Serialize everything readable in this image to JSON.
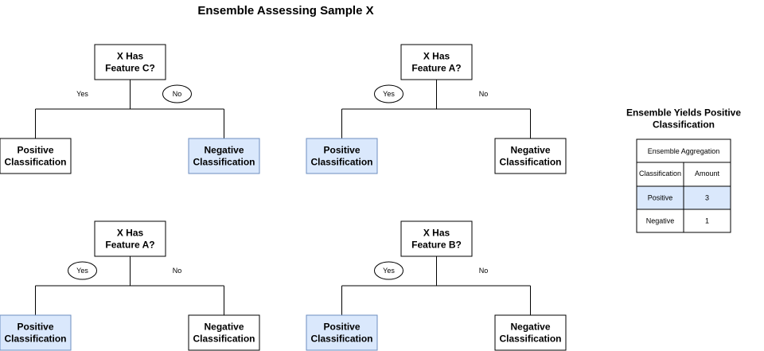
{
  "title": "Ensemble Assessing Sample X",
  "colors": {
    "highlight": "#dae8fc",
    "highlight_border": "#6c8ebf",
    "stroke": "#000000"
  },
  "trees": [
    {
      "question": [
        "X Has",
        "Feature C?"
      ],
      "yes_label": "Yes",
      "no_label": "No",
      "circled": "no",
      "left": [
        "Positive",
        "Classification"
      ],
      "right": [
        "Negative",
        "Classification"
      ],
      "selected": "right"
    },
    {
      "question": [
        "X Has",
        "Feature A?"
      ],
      "yes_label": "Yes",
      "no_label": "No",
      "circled": "yes",
      "left": [
        "Positive",
        "Classification"
      ],
      "right": [
        "Negative",
        "Classification"
      ],
      "selected": "left"
    },
    {
      "question": [
        "X Has",
        "Feature A?"
      ],
      "yes_label": "Yes",
      "no_label": "No",
      "circled": "yes",
      "left": [
        "Positive",
        "Classification"
      ],
      "right": [
        "Negative",
        "Classification"
      ],
      "selected": "left"
    },
    {
      "question": [
        "X Has",
        "Feature B?"
      ],
      "yes_label": "Yes",
      "no_label": "No",
      "circled": "yes",
      "left": [
        "Positive",
        "Classification"
      ],
      "right": [
        "Negative",
        "Classification"
      ],
      "selected": "left"
    }
  ],
  "result": {
    "heading": [
      "Ensemble Yields Positive",
      "Classification"
    ],
    "table_title": "Ensemble Aggregation",
    "columns": [
      "Classification",
      "Amount"
    ],
    "rows": [
      {
        "label": "Positive",
        "amount": "3",
        "highlight": true
      },
      {
        "label": "Negative",
        "amount": "1",
        "highlight": false
      }
    ]
  }
}
